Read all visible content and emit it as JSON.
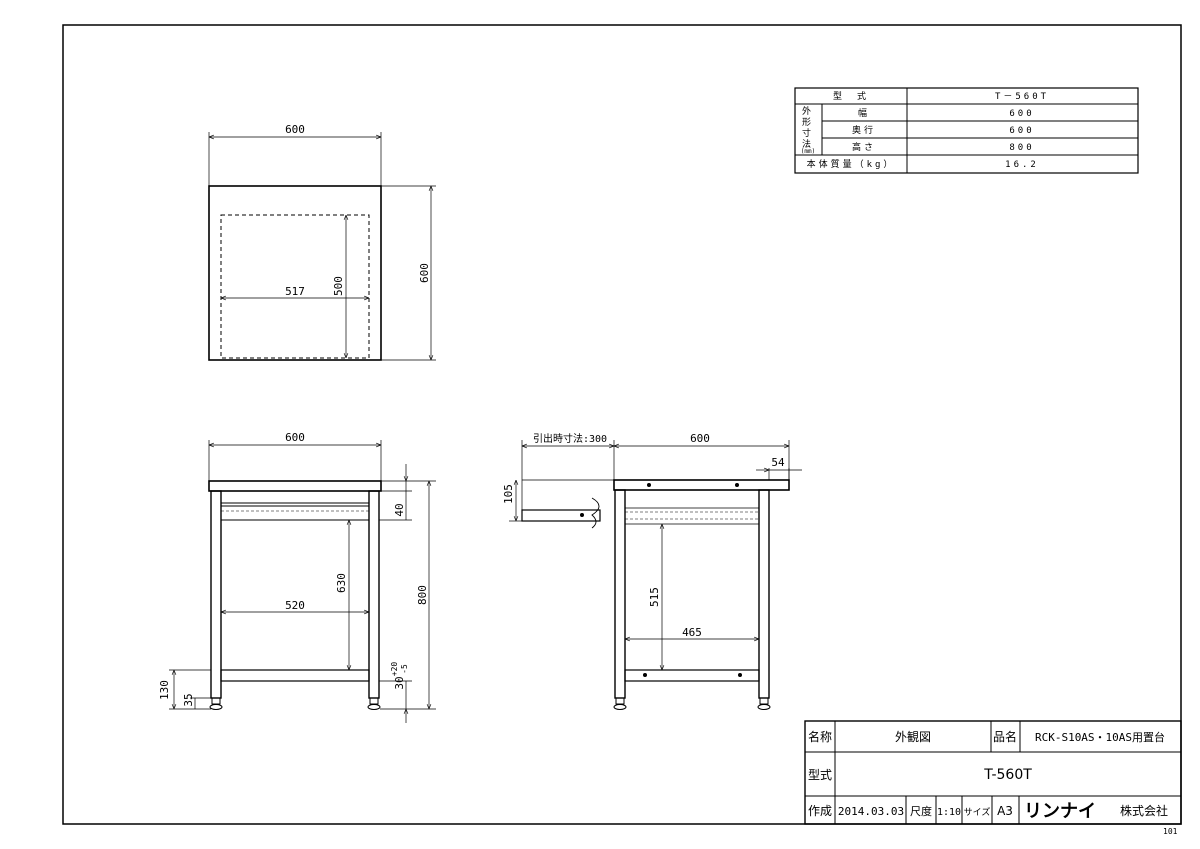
{
  "spec_table": {
    "model_label": "型　式",
    "model_value": "T－560T",
    "dims_label": [
      "外",
      "形",
      "寸",
      "法"
    ],
    "dims_unit": "(mm)",
    "width_label": "幅",
    "width_value": "600",
    "depth_label": "奥行",
    "depth_value": "600",
    "height_label": "高さ",
    "height_value": "800",
    "weight_label": "本体質量（kg）",
    "weight_value": "16.2"
  },
  "top_view": {
    "width": "600",
    "depth": "600",
    "inner_width": "517",
    "inner_depth": "500"
  },
  "front_view": {
    "width": "600",
    "inner_width": "520",
    "height": "800",
    "top_gap": "40",
    "inner_height": "630",
    "shelf_offset": "30",
    "shelf_tol_plus": "+20",
    "shelf_tol_minus": "-5",
    "bottom_height": "130",
    "foot_height": "35"
  },
  "side_view": {
    "pullout_label": "引出時寸法:300",
    "depth": "600",
    "overhang": "54",
    "drawer_height": "105",
    "inner_height": "515",
    "inner_depth": "465"
  },
  "title_block": {
    "name_label": "名称",
    "name_value": "外観図",
    "product_label": "品名",
    "product_value": "RCK-S10AS・10AS用置台",
    "model_label": "型式",
    "model_value": "T-560T",
    "created_label": "作成",
    "created_value": "2014.03.03",
    "scale_label": "尺度",
    "scale_value": "1:10",
    "size_label": "サイズ",
    "size_value": "A3",
    "company_logo": "リンナイ",
    "company_suffix": "株式会社"
  },
  "sheet_code": "101"
}
